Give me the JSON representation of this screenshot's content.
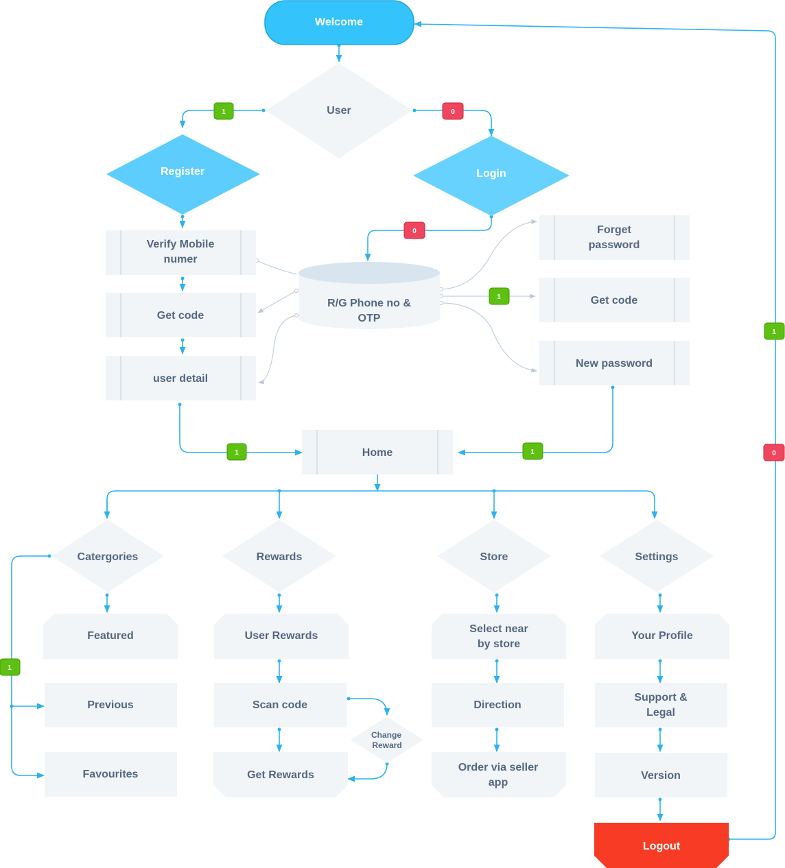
{
  "colors": {
    "accent": "#2cb2ef",
    "node_primary": "#34c3fb",
    "node_fill": "#f1f5f8",
    "text": "#55677f",
    "badge_yes": "#5ec112",
    "badge_no": "#f0455f",
    "logout": "#f73b24"
  },
  "nodes": {
    "welcome": "Welcome",
    "user": "User",
    "register": "Register",
    "login": "Login",
    "verify_mobile": [
      "Verify Mobile",
      "numer"
    ],
    "get_code_left": "Get code",
    "user_detail": "user detail",
    "database": [
      "R/G Phone no &",
      "OTP"
    ],
    "forget_password": [
      "Forget",
      "password"
    ],
    "get_code_right": "Get code",
    "new_password": "New password",
    "home": "Home",
    "categories": "Catergories",
    "rewards": "Rewards",
    "store": "Store",
    "settings": "Settings",
    "featured": "Featured",
    "previous": "Previous",
    "favourites": "Favourites",
    "user_rewards": "User Rewards",
    "scan_code": "Scan code",
    "get_rewards": "Get Rewards",
    "change_reward": [
      "Change",
      "Reward"
    ],
    "select_store": [
      "Select near",
      "by store"
    ],
    "direction": "Direction",
    "order_via_seller": [
      "Order via seller",
      "app"
    ],
    "your_profile": "Your Profile",
    "support_legal": [
      "Support &",
      "Legal"
    ],
    "version": "Version",
    "logout": "Logout"
  },
  "badges": {
    "user_register": "1",
    "user_login": "0",
    "login_db": "0",
    "db_getcode": "1",
    "detail_home": "1",
    "newpass_home": "1",
    "categories_loop": "1",
    "logout_welcome_yes": "1",
    "logout_welcome_no": "0"
  }
}
